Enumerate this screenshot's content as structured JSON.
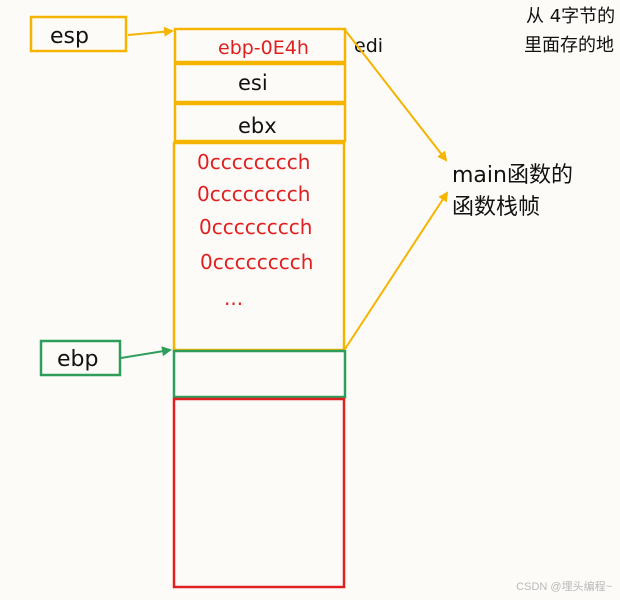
{
  "colors": {
    "yellow": "#f4b400",
    "green": "#2e9d5b",
    "red": "#e02020",
    "ink": "#111111",
    "background": "#fdfbf8"
  },
  "registers": {
    "esp": "esp",
    "ebp": "ebp",
    "edi": "edi"
  },
  "stack": {
    "top_cell": "ebp-0E4h",
    "saved_esi": "esi",
    "saved_ebx": "ebx",
    "fill_lines": [
      "0cccccccch",
      "0cccccccch",
      "0cccccccch",
      "0cccccccch"
    ],
    "ellipsis": "..."
  },
  "annotations": {
    "main_frame": [
      "main函数的",
      "函数栈帧"
    ],
    "corner_note": [
      "从 4字节的",
      "里面存的地"
    ]
  },
  "watermark": "CSDN @埋头编程~"
}
